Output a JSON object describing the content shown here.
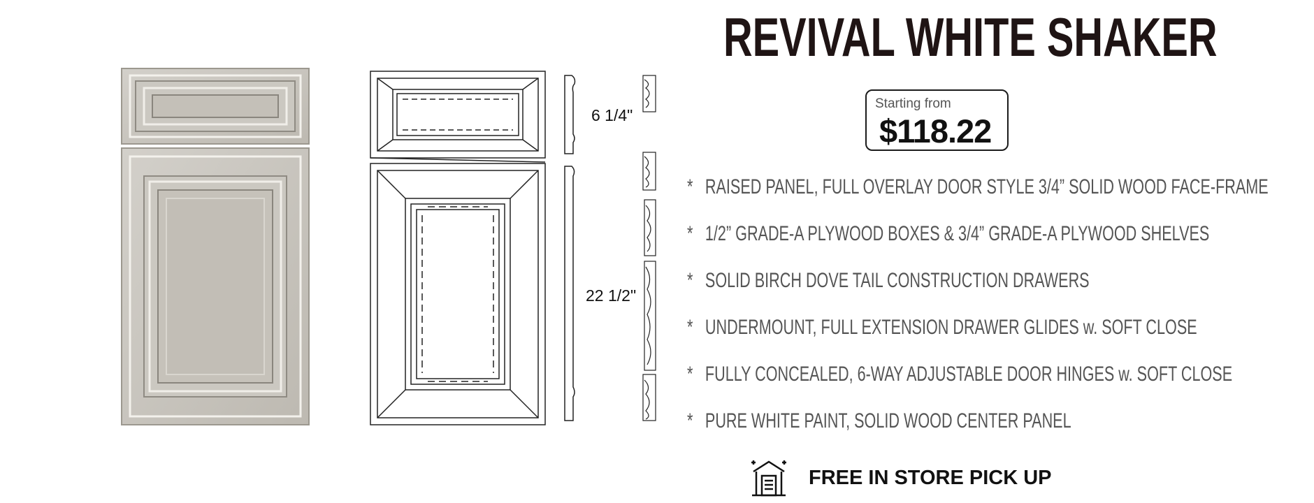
{
  "product": {
    "title": "REVIVAL WHITE SHAKER",
    "price_caption": "Starting from",
    "price": "$118.22"
  },
  "diagram": {
    "drawer_height": "6 1/4\"",
    "door_height": "22 1/2\""
  },
  "features": [
    {
      "bullet": "*",
      "text": "RAISED PANEL, FULL OVERLAY DOOR STYLE 3/4” SOLID WOOD FACE-FRAME"
    },
    {
      "bullet": "*",
      "text": "1/2” GRADE-A PLYWOOD BOXES & 3/4” GRADE-A PLYWOOD SHELVES"
    },
    {
      "bullet": "*",
      "text": "SOLID BIRCH DOVE TAIL CONSTRUCTION DRAWERS"
    },
    {
      "bullet": "*",
      "text": "UNDERMOUNT, FULL EXTENSION DRAWER GLIDES w. SOFT CLOSE"
    },
    {
      "bullet": "*",
      "text": "FULLY CONCEALED, 6-WAY ADJUSTABLE DOOR HINGES w. SOFT CLOSE"
    },
    {
      "bullet": "*",
      "text": "PURE WHITE PAINT, SOLID WOOD CENTER PANEL"
    }
  ],
  "pickup": {
    "icon": "store-pickup-icon",
    "label": "FREE IN STORE PICK UP"
  },
  "colors": {
    "title": "#1f1414",
    "door_paint": "#c9c6bf",
    "feature_text": "#555555"
  }
}
